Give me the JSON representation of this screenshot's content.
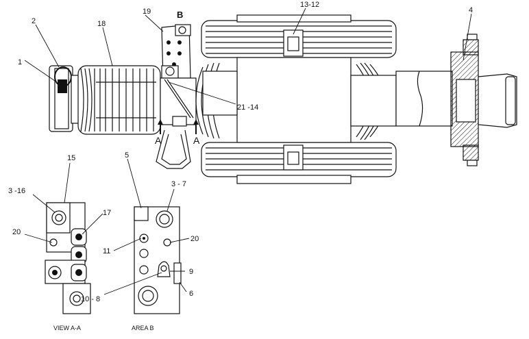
{
  "diagram": {
    "labels": {
      "l1": "1",
      "l2": "2",
      "l18": "18",
      "l19": "19",
      "lB": "B",
      "l13_12": "13-12",
      "l4": "4",
      "l21_14": "21  -14",
      "lA1": "A",
      "lA2": "A",
      "l15": "15",
      "l5": "5",
      "l3_16": "3 -16",
      "l17": "17",
      "l20a": "20",
      "l3_7": "3 - 7",
      "l11": "11",
      "l20b": "20",
      "l9": "9",
      "l10_8": "10 - 8",
      "l6": "6"
    },
    "captions": {
      "view_aa": "VIEW  A-A",
      "area_b": "AREA  B"
    }
  }
}
